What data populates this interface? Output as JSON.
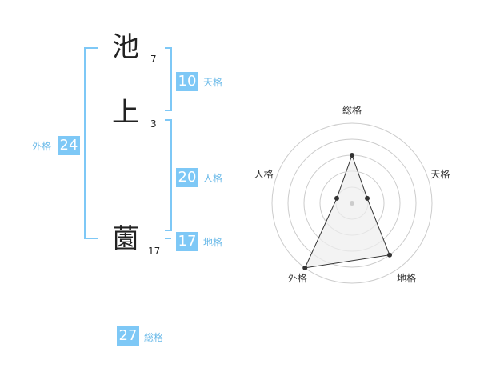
{
  "name_chars": [
    {
      "char": "池",
      "strokes": "7"
    },
    {
      "char": "上",
      "strokes": "3"
    },
    {
      "char": "薗",
      "strokes": "17"
    }
  ],
  "kakusu": {
    "tenkaku": {
      "value": "10",
      "label": "天格"
    },
    "jinkaku": {
      "value": "20",
      "label": "人格"
    },
    "chikaku": {
      "value": "17",
      "label": "地格"
    },
    "gaikaku": {
      "value": "24",
      "label": "外格"
    },
    "soukaku": {
      "value": "27",
      "label": "総格"
    }
  },
  "radar": {
    "axes": [
      "総格",
      "天格",
      "地格",
      "外格",
      "人格"
    ],
    "max": 5,
    "values": [
      3,
      1,
      4,
      5,
      1
    ],
    "ring_color": "#cccccc",
    "fill_color": "#eeeeee",
    "line_color": "#333333"
  },
  "colors": {
    "accent": "#7ec8f6",
    "label": "#69b9e8"
  }
}
